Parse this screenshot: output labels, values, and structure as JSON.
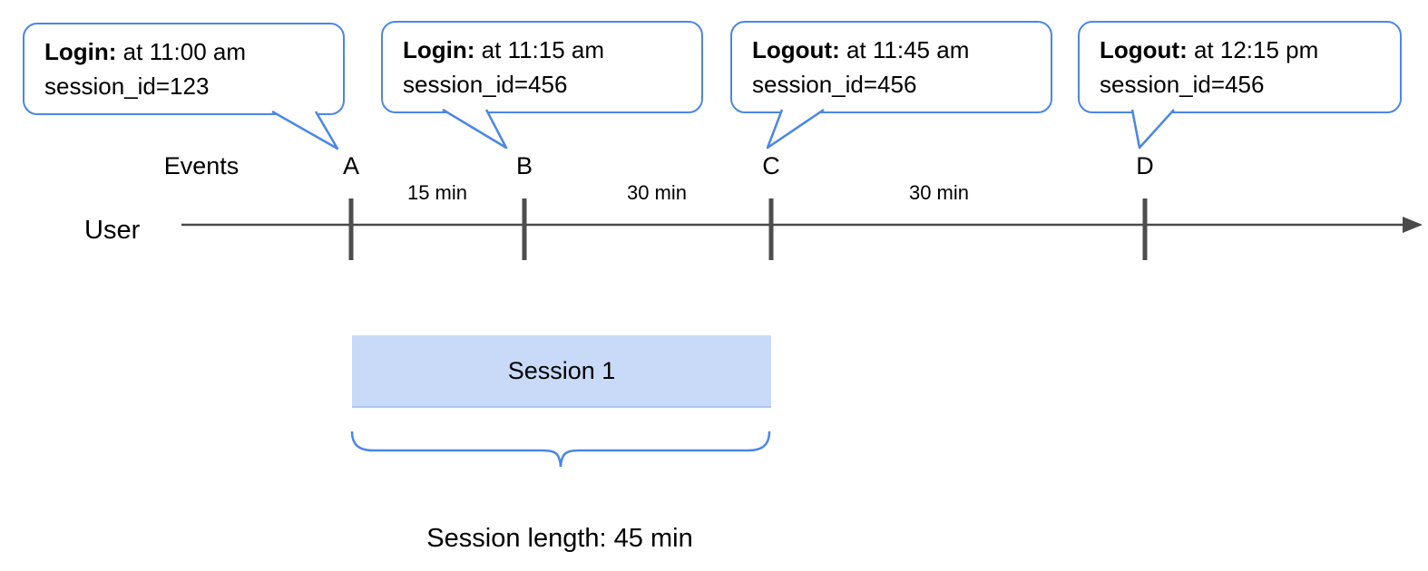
{
  "diagram": {
    "events_label": "Events",
    "user_label": "User",
    "callouts": [
      {
        "title": "Login:",
        "time": "at 11:00 am",
        "session": "session_id=123"
      },
      {
        "title": "Login:",
        "time": "at 11:15 am",
        "session": "session_id=456"
      },
      {
        "title": "Logout:",
        "time": "at 11:45 am",
        "session": "session_id=456"
      },
      {
        "title": "Logout:",
        "time": "at 12:15 pm",
        "session": "session_id=456"
      }
    ],
    "event_markers": [
      "A",
      "B",
      "C",
      "D"
    ],
    "intervals": [
      "15 min",
      "30 min",
      "30 min"
    ],
    "session_box_label": "Session 1",
    "session_length_label": "Session length: 45 min",
    "colors": {
      "accent_blue": "#4a86e8",
      "session_fill": "#c9daf8",
      "timeline_gray": "#4a4a4a"
    }
  }
}
